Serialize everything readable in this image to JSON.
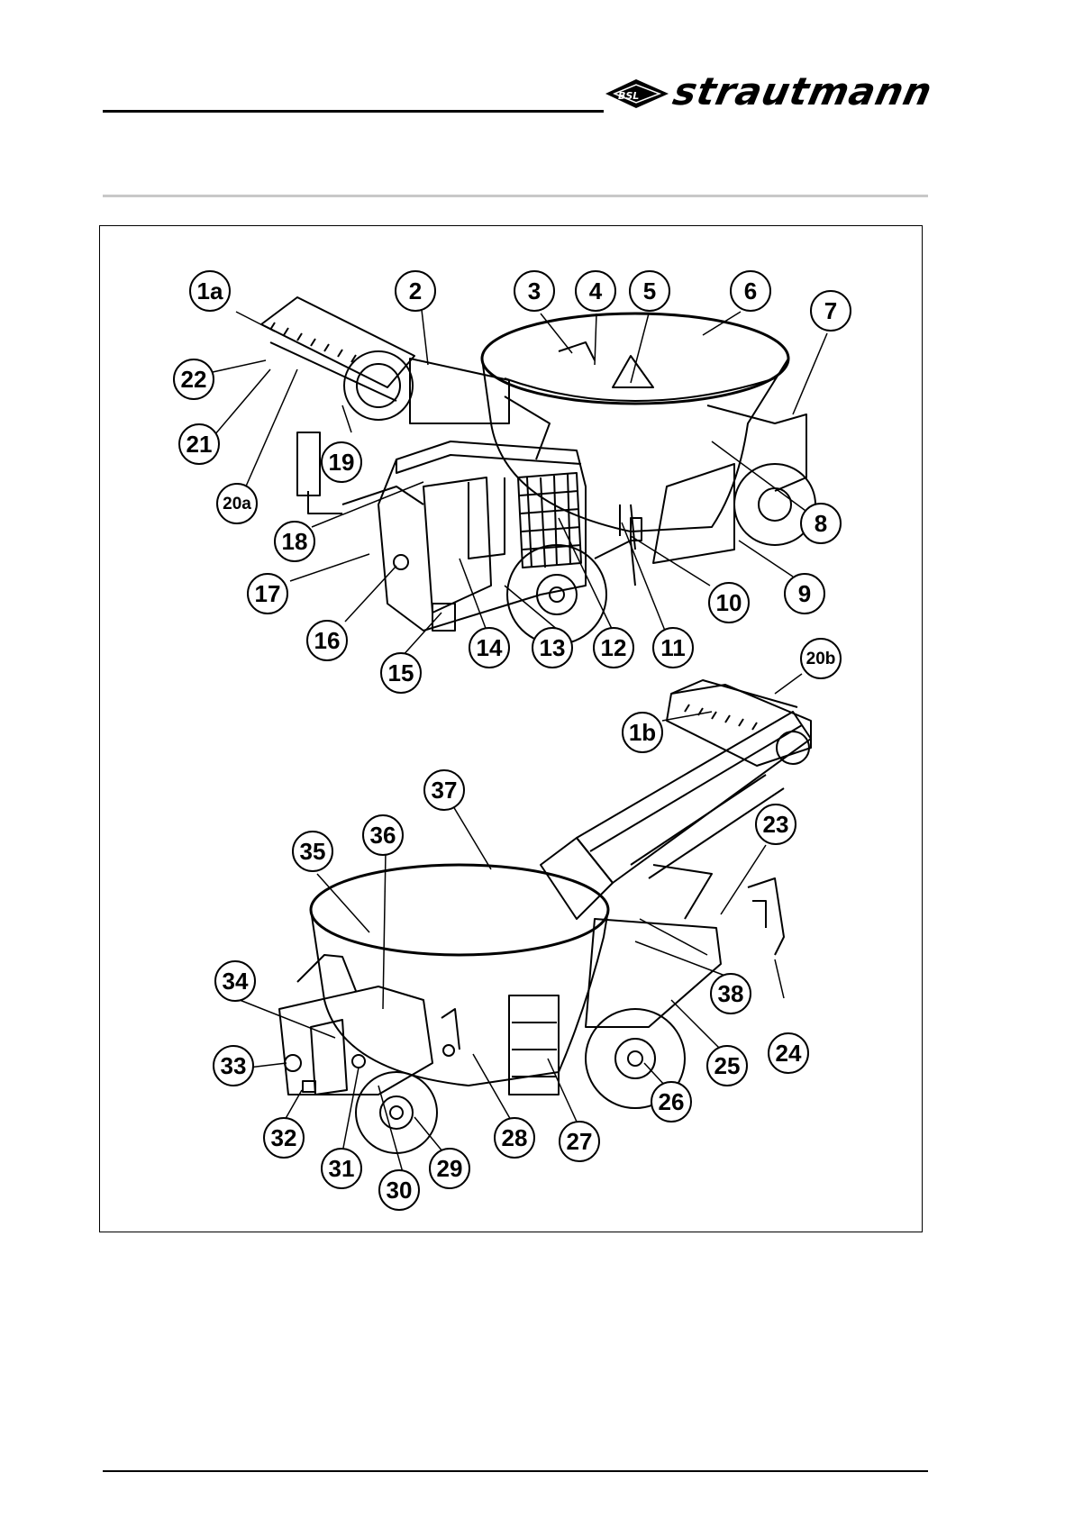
{
  "header": {
    "logo_text": "strautmann",
    "logo_badge": "BSL"
  },
  "callouts": {
    "c1a": "1a",
    "c2": "2",
    "c3": "3",
    "c4": "4",
    "c5": "5",
    "c6": "6",
    "c7": "7",
    "c8": "8",
    "c9": "9",
    "c10": "10",
    "c11": "11",
    "c12": "12",
    "c13": "13",
    "c14": "14",
    "c15": "15",
    "c16": "16",
    "c17": "17",
    "c18": "18",
    "c19": "19",
    "c20a": "20a",
    "c21": "21",
    "c22": "22",
    "c20b": "20b",
    "c1b": "1b",
    "c23": "23",
    "c24": "24",
    "c25": "25",
    "c26": "26",
    "c27": "27",
    "c28": "28",
    "c29": "29",
    "c30": "30",
    "c31": "31",
    "c32": "32",
    "c33": "33",
    "c34": "34",
    "c35": "35",
    "c36": "36",
    "c37": "37",
    "c38": "38"
  }
}
